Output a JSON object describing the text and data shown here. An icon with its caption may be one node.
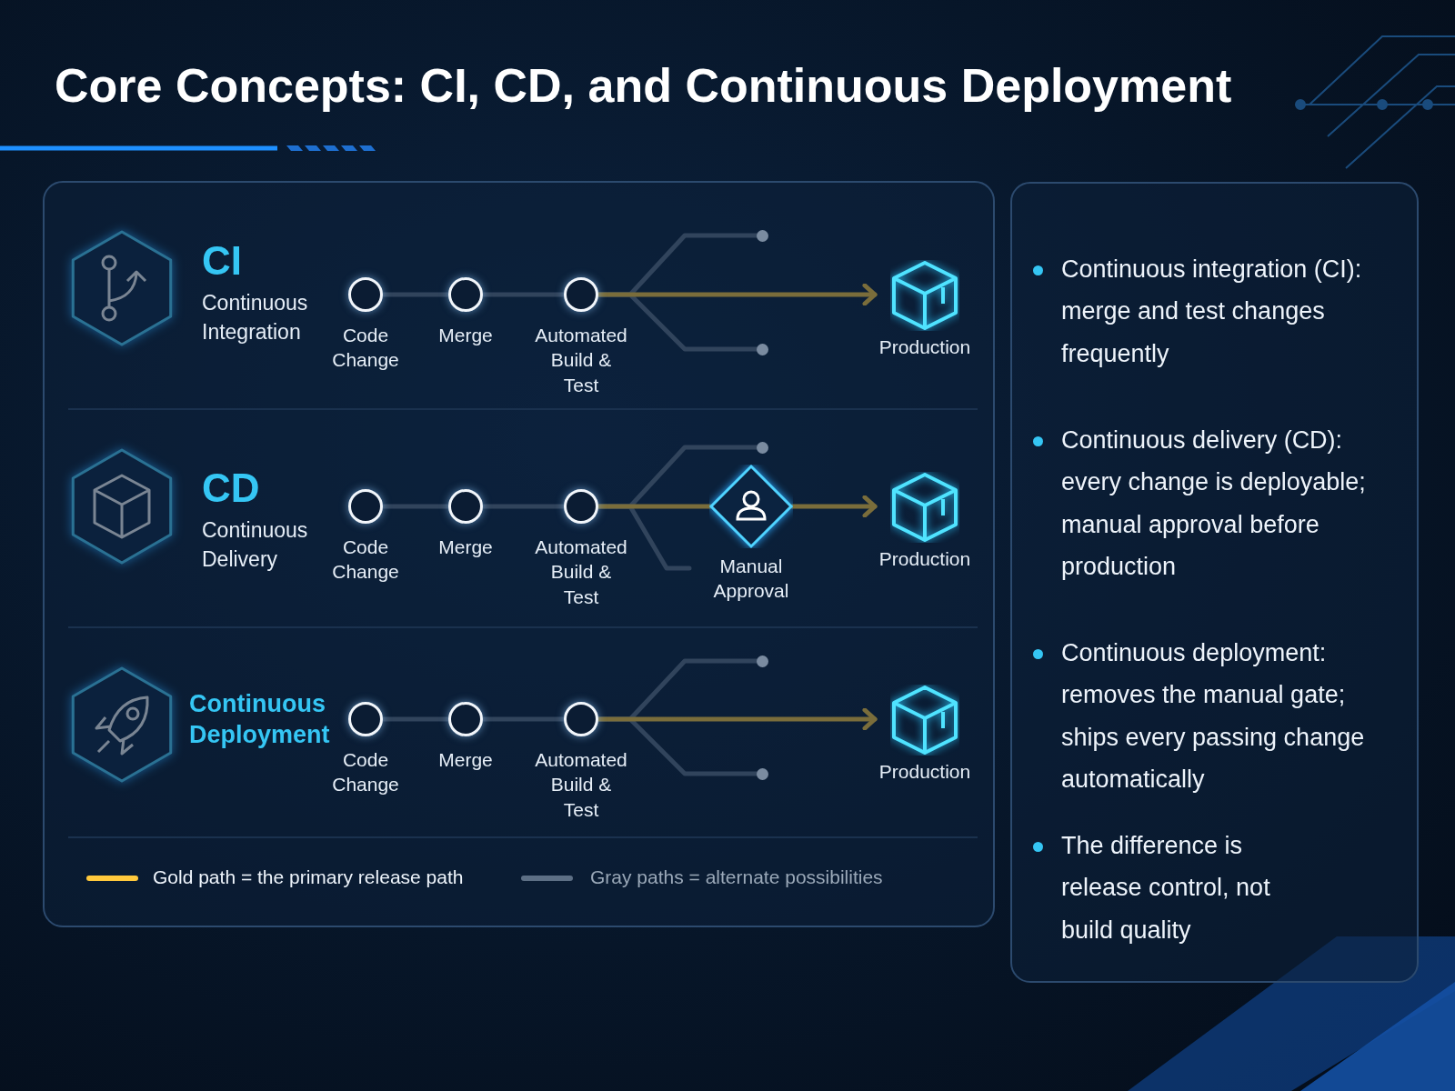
{
  "diagram": {
    "title": "Core Concepts: CI, CD, and Continuous Deployment",
    "nodes": [
      {
        "text": [
          "Code Change"
        ]
      },
      {
        "text": [
          "Merge"
        ]
      },
      {
        "text": [
          "Automated Build & Test"
        ]
      },
      {
        "text": [],
        "shape": "circle"
      },
      {
        "text": [],
        "shape": "circle"
      },
      {
        "text": [
          "Production"
        ]
      },
      {
        "text": [
          "Code Change"
        ]
      },
      {
        "text": [
          "Merge"
        ]
      },
      {
        "text": [
          "Automated Build & Test"
        ]
      },
      {
        "text": [],
        "shape": "circle"
      },
      {
        "text": [
          "Manual Approval"
        ]
      },
      {
        "text": [
          "Production"
        ]
      },
      {
        "text": [
          "Code Change"
        ]
      },
      {
        "text": [
          "Merge"
        ]
      },
      {
        "text": [
          "Automated Build & Test"
        ]
      },
      {
        "text": [],
        "shape": "circle"
      },
      {
        "text": [],
        "shape": "circle"
      },
      {
        "text": [
          "Production"
        ]
      }
    ],
    "edges": [
      {
        "from": 0,
        "to": 1,
        "arrow": "none"
      },
      {
        "from": 1,
        "to": 2,
        "arrow": "none"
      },
      {
        "from": 2,
        "to": 3,
        "arrow": "none"
      },
      {
        "from": 2,
        "to": 4,
        "arrow": "none"
      },
      {
        "from": 2,
        "to": 5,
        "arrow": "to",
        "color": "#ffc93c"
      },
      {
        "from": 6,
        "to": 7,
        "arrow": "none"
      },
      {
        "from": 7,
        "to": 8,
        "arrow": "none"
      },
      {
        "from": 8,
        "to": 9,
        "arrow": "none"
      },
      {
        "from": 8,
        "to": null,
        "arrow": "none"
      },
      {
        "from": 8,
        "to": 10,
        "arrow": "none",
        "color": "#ffc93c"
      },
      {
        "from": 10,
        "to": 11,
        "arrow": "to",
        "color": "#ffc93c"
      },
      {
        "from": 12,
        "to": 13,
        "arrow": "none"
      },
      {
        "from": 13,
        "to": 14,
        "arrow": "none"
      },
      {
        "from": 14,
        "to": 15,
        "arrow": "none"
      },
      {
        "from": 14,
        "to": 16,
        "arrow": "none"
      },
      {
        "from": 14,
        "to": 17,
        "arrow": "to",
        "color": "#ffc93c"
      }
    ],
    "labels": [
      "CI",
      "Continuous Integration",
      "CD",
      "Continuous Delivery",
      "Continuous Deployment",
      "Continuous integration (CI): merge and test changes frequently",
      "Continuous delivery (CD): every change is deployable; manual approval before production",
      "Continuous deployment: removes the manual gate; ships every passing change automatically",
      "The difference is release control, not build quality"
    ],
    "legend": [
      {
        "text": "Gold path = the primary release path",
        "color": "#ffc93c"
      },
      {
        "text": "Gray paths = alternate possibilities",
        "color": "#5d6f85"
      }
    ]
  }
}
